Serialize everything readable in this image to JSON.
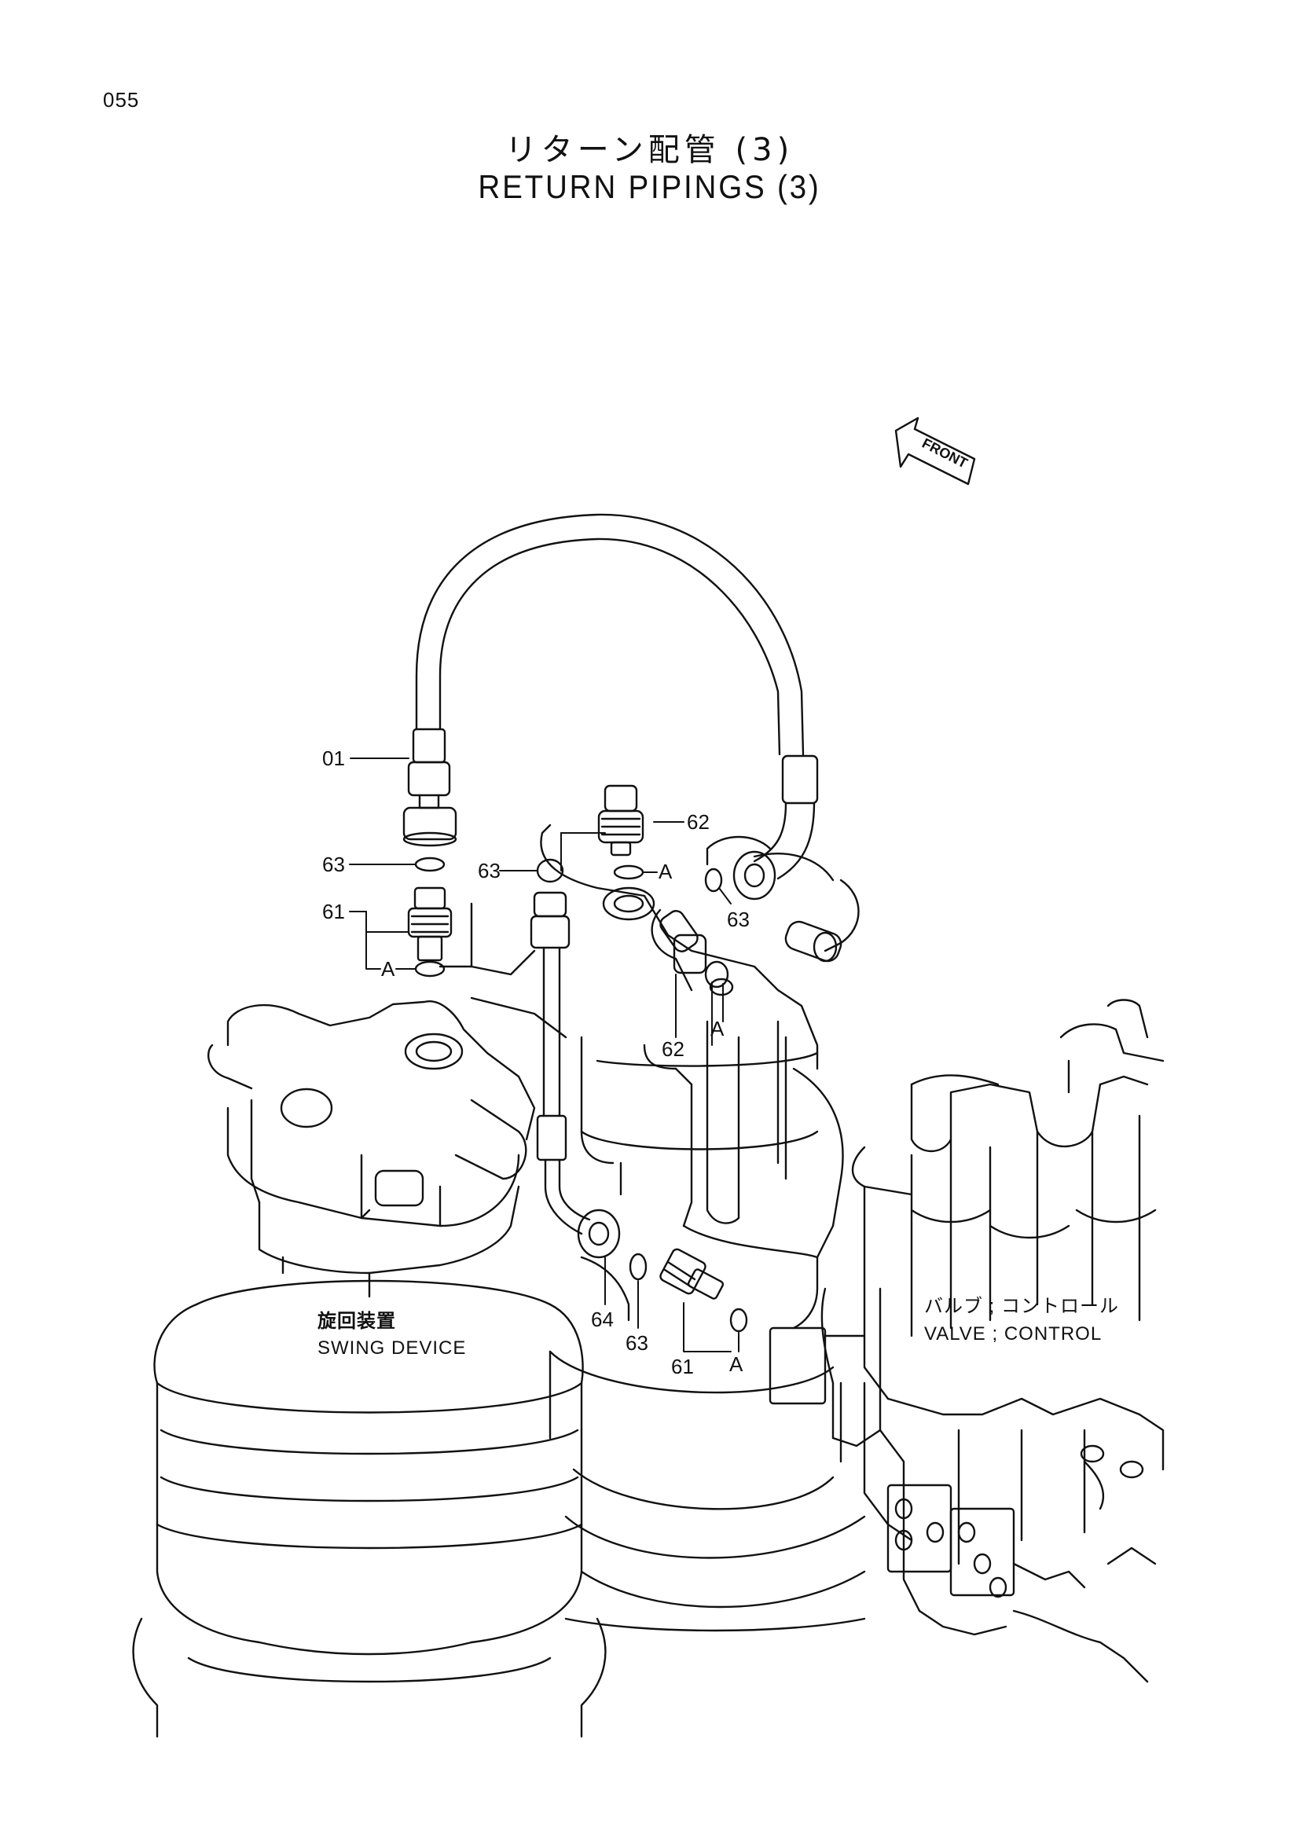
{
  "page_number": "055",
  "title": {
    "japanese": "リターン配管 (3)",
    "english": "RETURN PIPINGS (3)"
  },
  "orientation": {
    "label": "FRONT"
  },
  "callouts": {
    "c01": "01",
    "c63_left": "63",
    "c61_left": "61",
    "cA_left": "A",
    "c62_top": "62",
    "c63_mid": "63",
    "cA_top": "A",
    "c63_right": "63",
    "cA_right": "A",
    "c62_lower": "62",
    "c64": "64",
    "c63_bottom": "63",
    "c61_bottom": "61",
    "cA_bottom": "A"
  },
  "components": {
    "swing_device_ja": "旋回装置",
    "swing_device_en": "SWING DEVICE",
    "control_valve_ja": "バルブ ; コントロール",
    "control_valve_en": "VALVE ; CONTROL"
  }
}
